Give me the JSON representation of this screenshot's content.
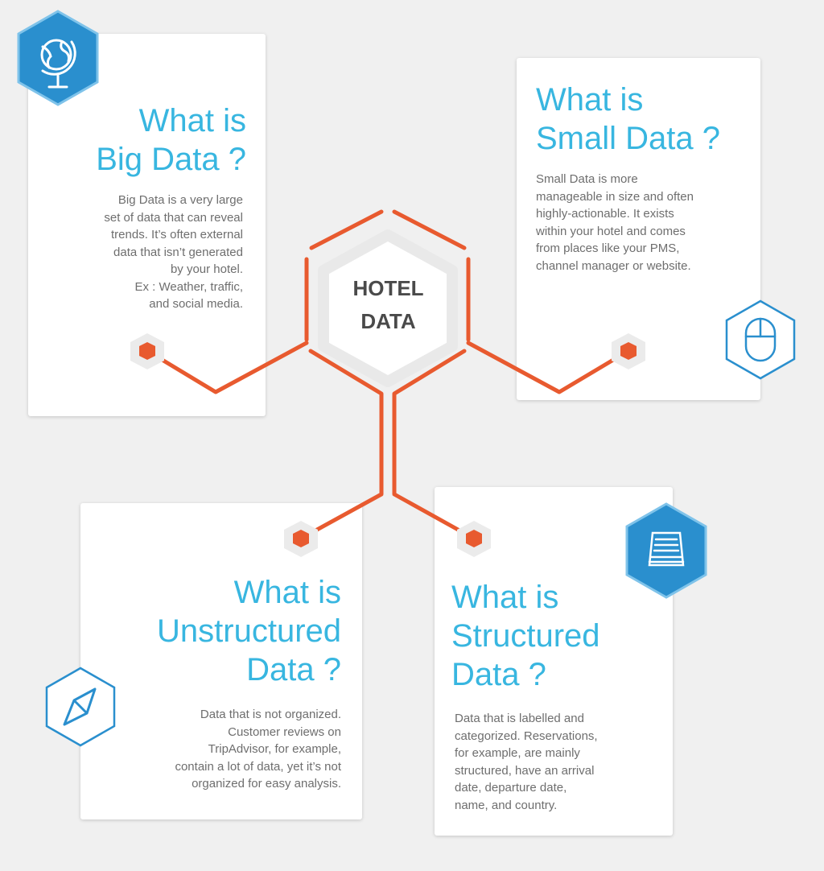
{
  "center": {
    "label": "HOTEL\nDATA"
  },
  "cards": {
    "big": {
      "title": "What is\nBig Data ?",
      "body": "Big Data is a very large\nset of data that can reveal\ntrends. It’s often external\ndata that isn’t generated\nby your hotel.\nEx : Weather, traffic,\nand social media.",
      "icon": "globe-icon"
    },
    "small": {
      "title": "What is\nSmall Data ?",
      "body": "Small Data is more\nmanageable in size and often\nhighly-actionable. It exists\nwithin your hotel and comes\nfrom places like your PMS,\nchannel manager or website.",
      "icon": "mouse-icon"
    },
    "unstructured": {
      "title": "What is\nUnstructured\nData ?",
      "body": "Data that is not organized.\nCustomer reviews on\nTripAdvisor, for example,\ncontain a lot of data, yet it’s not\norganized for easy analysis.",
      "icon": "compass-icon"
    },
    "structured": {
      "title": "What is\nStructured\nData ?",
      "body": "Data that is labelled and\ncategorized. Reservations,\nfor example, are mainly\nstructured, have an arrival\ndate, departure date,\nname, and country.",
      "icon": "document-stack-icon"
    }
  },
  "colors": {
    "title_blue": "#38b6e0",
    "icon_blue": "#2a8fce",
    "connector_orange": "#e85a2f",
    "text_gray": "#6e6e6e"
  }
}
